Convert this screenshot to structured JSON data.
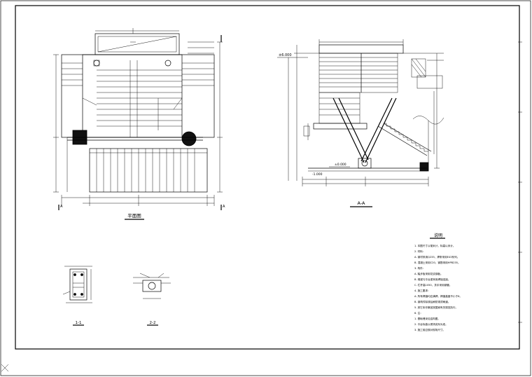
{
  "drawing": {
    "plan_label": "平面图",
    "section_label": "A-A",
    "detail_1_label": "1-1",
    "detail_2_label": "2-2",
    "section_mark_a": "A",
    "section_mark_a_right": "A",
    "elevation_top": "±6.000",
    "elevation_mid": "±0.000",
    "elevation_bottom": "-1.000"
  },
  "notes": {
    "title": "说明",
    "lines": [
      "1. 本图尺寸以毫米计，标高以米计。",
      "2. 材料：",
      "  A. 钢材采用Q235，焊条采用E43系列。",
      "  B. 混凝土采用C20，钢筋采用HPB235。",
      "3. 构件：",
      "  A. 踏步板采用花纹钢板。",
      "  B. 梯梁与平台梁采用焊接连接。",
      "  C. 栏杆高1050，扶手采用钢管。",
      "4. 施工要求：",
      "  A. 所有焊缝均应满焊，焊缝高度不小于6。",
      "  B. 钢构件除锈后刷防锈漆两道。",
      "5. 其它未尽事宜按国家有关规范执行。",
      "6. 注：",
      "  1. 基础埋深见结构图。",
      "  2. 平台标高以现场实际为准。",
      "  3. 施工前应核对现场尺寸。"
    ]
  }
}
